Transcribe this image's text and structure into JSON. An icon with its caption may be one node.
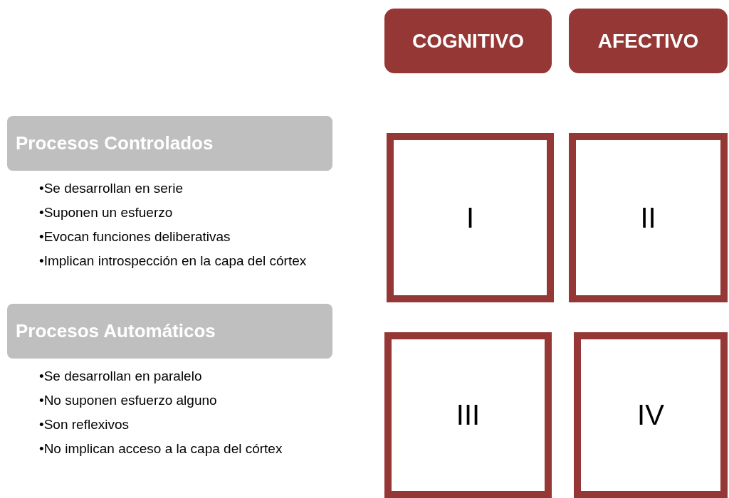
{
  "diagram": {
    "nodes": [
      {
        "text": [
          "COGNITIVO"
        ]
      },
      {
        "text": [
          "AFECTIVO"
        ]
      },
      {
        "text": [
          "Procesos Controlados"
        ],
        "beside": [
          "•Se desarrollan en serie",
          "•Suponen un esfuerzo",
          "•Evocan funciones deliberativas",
          "•Implican introspección en la capa del córtex"
        ]
      },
      {
        "text": [
          "Procesos Automáticos"
        ],
        "beside": [
          "•Se desarrollan en paralelo",
          "•No suponen esfuerzo  alguno",
          "•Son reflexivos",
          "•No implican acceso a la capa del córtex"
        ]
      },
      {
        "text": [
          "I"
        ]
      },
      {
        "text": [
          "II"
        ]
      },
      {
        "text": [
          "III"
        ]
      },
      {
        "text": [
          "IV"
        ]
      }
    ]
  }
}
